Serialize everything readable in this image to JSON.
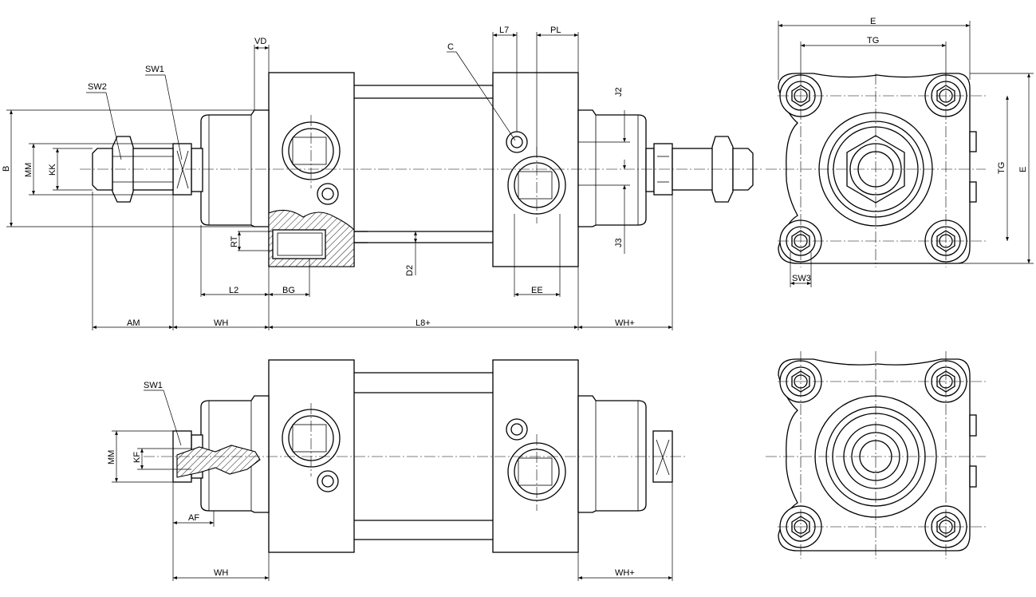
{
  "colors": {
    "line": "#000000",
    "background": "#ffffff"
  },
  "side_view": {
    "labels": {
      "sw2": "SW2",
      "sw1": "SW1",
      "vd": "VD",
      "c": "C",
      "l7": "L7",
      "pl": "PL",
      "j2": "J2",
      "j3": "J3",
      "b": "B",
      "mm": "MM",
      "kk": "KK",
      "rt": "RT",
      "d2": "D2",
      "l2": "L2",
      "bg": "BG",
      "ee": "EE",
      "am": "AM",
      "wh": "WH",
      "l8": "L8+",
      "wh_plus": "WH+"
    }
  },
  "end_view": {
    "labels": {
      "e_top": "E",
      "tg_top": "TG",
      "tg_side": "TG",
      "e_side": "E",
      "sw3": "SW3"
    }
  },
  "bottom_view": {
    "labels": {
      "sw1": "SW1",
      "mm": "MM",
      "kf": "KF",
      "af": "AF",
      "wh": "WH",
      "wh_plus": "WH+"
    }
  }
}
